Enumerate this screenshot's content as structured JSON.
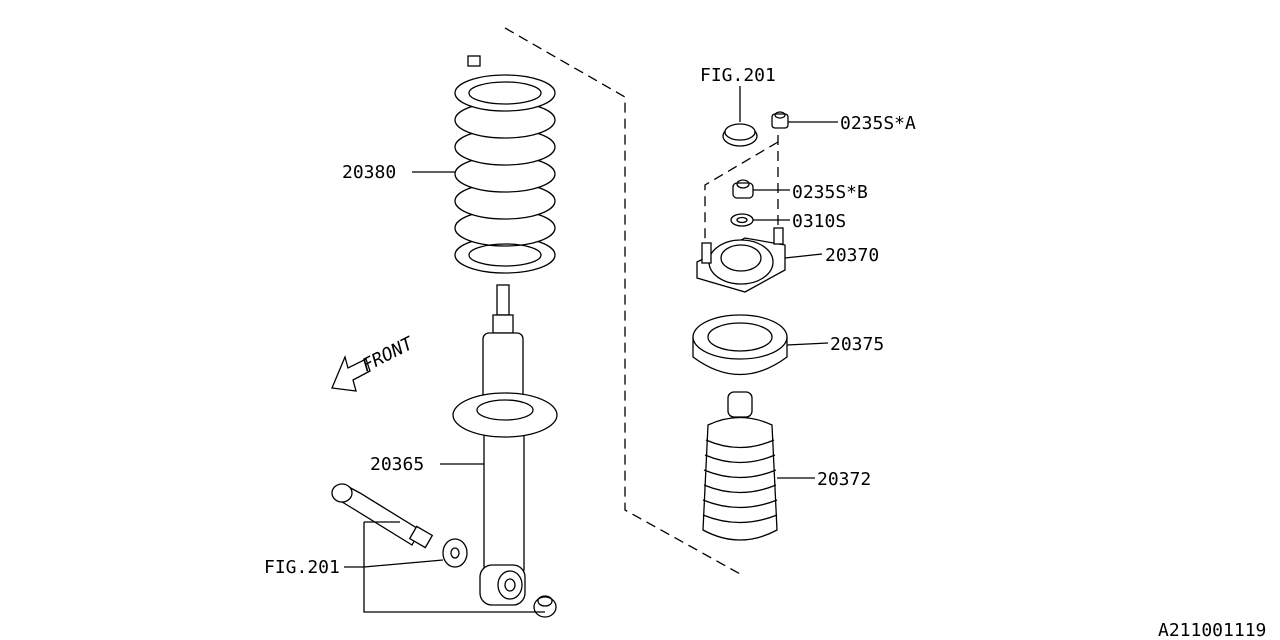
{
  "labels": {
    "spring": "20380",
    "shock": "20365",
    "fig_top": "FIG.201",
    "nut_a": "0235S*A",
    "nut_b": "0235S*B",
    "washer": "0310S",
    "mount": "20370",
    "seat": "20375",
    "boot": "20372",
    "fig_bottom": "FIG.201",
    "front": "FRONT",
    "diagram_id": "A211001119"
  }
}
